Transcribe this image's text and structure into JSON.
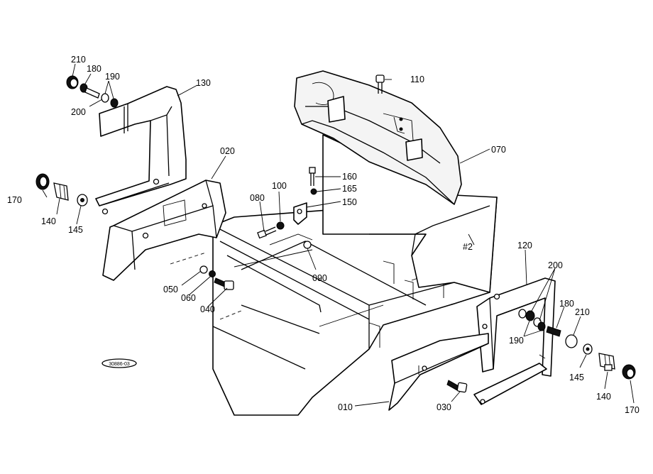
{
  "diagram": {
    "drawing_code": "30886-03",
    "sheet_mark": "#2",
    "callouts": {
      "c210_top": "210",
      "c180_top": "180",
      "c190_top": "190",
      "c200_top": "200",
      "c130": "130",
      "c110": "110",
      "c070": "070",
      "c020": "020",
      "c170_left": "170",
      "c140_left": "140",
      "c145_left": "145",
      "c160": "160",
      "c165": "165",
      "c150": "150",
      "c100": "100",
      "c080": "080",
      "c090": "090",
      "c050": "050",
      "c060": "060",
      "c040": "040",
      "c120": "120",
      "c200_right": "200",
      "c180_right": "180",
      "c210_right": "210",
      "c190_right": "190",
      "c145_right": "145",
      "c140_right": "140",
      "c170_right": "170",
      "c010": "010",
      "c030": "030"
    }
  }
}
